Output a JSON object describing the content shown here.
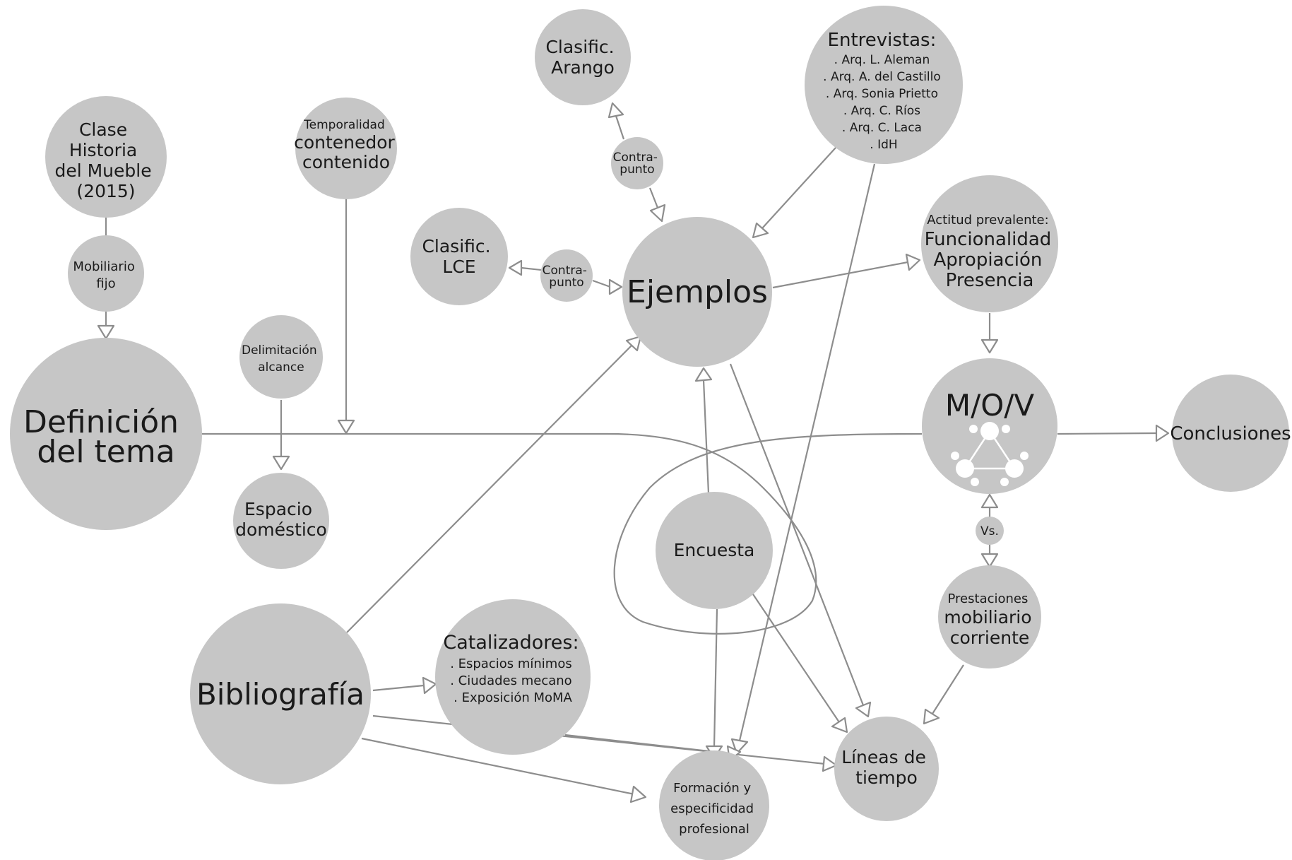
{
  "colors": {
    "node_fill": "#c6c6c6",
    "edge": "#8d8d8d",
    "text": "#1a1a1a",
    "background": "#ffffff"
  },
  "nodes": {
    "definicion": {
      "lines": [
        "Definición",
        "del tema"
      ]
    },
    "clase": {
      "lines": [
        "Clase",
        "Historia",
        "del Mueble",
        "(2015)"
      ]
    },
    "mobiliario_fijo": {
      "lines": [
        "Mobiliario",
        "fijo"
      ]
    },
    "temporalidad": {
      "lines": [
        "Temporalidad",
        "contenedor",
        "contenido"
      ]
    },
    "delimitacion": {
      "lines": [
        "Delimitación",
        "alcance"
      ]
    },
    "espacio": {
      "lines": [
        "Espacio",
        "doméstico"
      ]
    },
    "clasific_lce": {
      "lines": [
        "Clasific.",
        "LCE"
      ]
    },
    "contrapunto_left": {
      "lines": [
        "Contra-",
        "punto"
      ]
    },
    "clasific_arango": {
      "lines": [
        "Clasific.",
        "Arango"
      ]
    },
    "contrapunto_top": {
      "lines": [
        "Contra-",
        "punto"
      ]
    },
    "entrevistas": {
      "lines": [
        "Entrevistas:",
        ". Arq. L. Aleman",
        ". Arq. A. del Castillo",
        ". Arq. Sonia Prietto",
        ". Arq. C. Ríos",
        ". Arq. C. Laca",
        ". IdH"
      ]
    },
    "ejemplos": {
      "lines": [
        "Ejemplos"
      ]
    },
    "actitud": {
      "lines": [
        "Actitud prevalente:",
        "Funcionalidad",
        "Apropiación",
        "Presencia"
      ]
    },
    "mov": {
      "lines": [
        "M/O/V"
      ]
    },
    "conclusiones": {
      "lines": [
        "Conclusiones"
      ]
    },
    "vs": {
      "lines": [
        "Vs."
      ]
    },
    "prestaciones": {
      "lines": [
        "Prestaciones",
        "mobiliario",
        "corriente"
      ]
    },
    "encuesta": {
      "lines": [
        "Encuesta"
      ]
    },
    "bibliografia": {
      "lines": [
        "Bibliografía"
      ]
    },
    "catalizadores": {
      "lines": [
        "Catalizadores:",
        ". Espacios mínimos",
        ". Ciudades mecano",
        ". Exposición MoMA"
      ]
    },
    "formacion": {
      "lines": [
        "Formación y",
        "especificidad",
        "profesional"
      ]
    },
    "lineas": {
      "lines": [
        "Líneas de",
        "tiempo"
      ]
    }
  },
  "edges": [
    {
      "from": "clase",
      "to": "mobiliario_fijo",
      "arrow": false
    },
    {
      "from": "mobiliario_fijo",
      "to": "definicion",
      "arrow": true
    },
    {
      "from": "temporalidad",
      "to": "definicion-line",
      "arrow": true
    },
    {
      "from": "delimitacion",
      "to": "espacio",
      "arrow": true
    },
    {
      "from": "definicion",
      "to": "mov",
      "arrow": false
    },
    {
      "from": "contrapunto_left",
      "to": "clasific_lce",
      "arrow": true
    },
    {
      "from": "contrapunto_left",
      "to": "ejemplos",
      "arrow": true
    },
    {
      "from": "contrapunto_top",
      "to": "clasific_arango",
      "arrow": true
    },
    {
      "from": "contrapunto_top",
      "to": "ejemplos",
      "arrow": true
    },
    {
      "from": "entrevistas",
      "to": "ejemplos",
      "arrow": true
    },
    {
      "from": "entrevistas",
      "to": "formacion",
      "arrow": true
    },
    {
      "from": "ejemplos",
      "to": "actitud",
      "arrow": true
    },
    {
      "from": "actitud",
      "to": "mov",
      "arrow": true
    },
    {
      "from": "mov",
      "to": "conclusiones",
      "arrow": true
    },
    {
      "from": "vs",
      "to": "mov",
      "arrow": true
    },
    {
      "from": "vs",
      "to": "prestaciones",
      "arrow": true
    },
    {
      "from": "prestaciones",
      "to": "lineas",
      "arrow": true
    },
    {
      "from": "ejemplos",
      "to": "lineas",
      "arrow": true
    },
    {
      "from": "encuesta",
      "to": "ejemplos",
      "arrow": true
    },
    {
      "from": "encuesta",
      "to": "lineas",
      "arrow": true
    },
    {
      "from": "encuesta",
      "to": "formacion",
      "arrow": true
    },
    {
      "from": "bibliografia",
      "to": "ejemplos",
      "arrow": true
    },
    {
      "from": "bibliografia",
      "to": "catalizadores",
      "arrow": true
    },
    {
      "from": "bibliografia",
      "to": "lineas",
      "arrow": true
    },
    {
      "from": "bibliografia",
      "to": "formacion",
      "arrow": true
    },
    {
      "from": "catalizadores",
      "to": "formacion",
      "arrow": true
    }
  ]
}
